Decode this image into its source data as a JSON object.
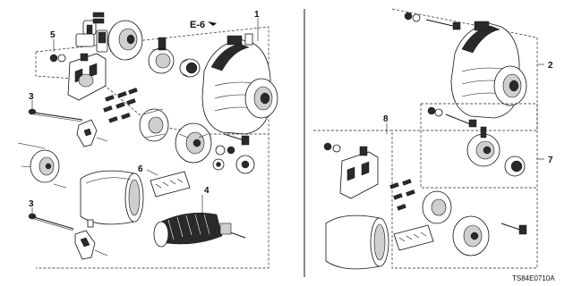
{
  "diagram": {
    "reference_label": "E-6",
    "drawing_code": "TS84E0710A",
    "callouts": [
      "1",
      "2",
      "3",
      "3",
      "4",
      "5",
      "6",
      "7",
      "8"
    ]
  }
}
